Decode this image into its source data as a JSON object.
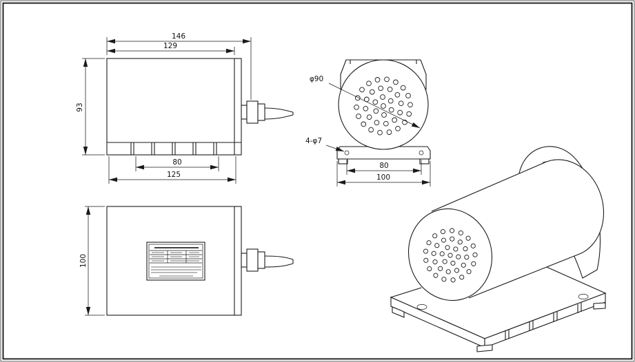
{
  "colors": {
    "line": "#1a1a1a",
    "background": "#ffffff"
  },
  "side_view": {
    "overall_width": "146",
    "body_width": "129",
    "height": "93",
    "slot_span": "80",
    "base_width": "125"
  },
  "front_view": {
    "body_diameter": "φ90",
    "mount_holes": "4-φ7",
    "hole_spacing": "80",
    "base_width": "100"
  },
  "top_view": {
    "depth": "100"
  }
}
